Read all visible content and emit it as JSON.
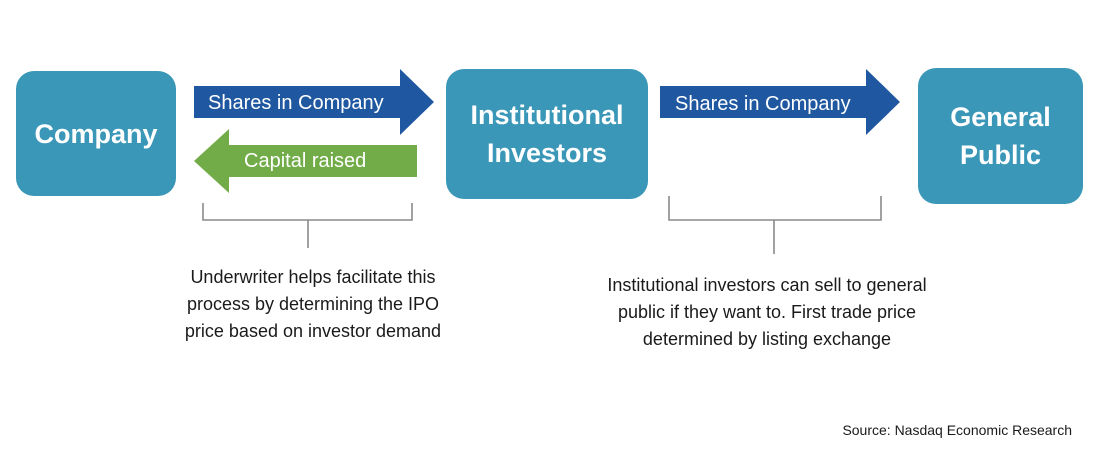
{
  "nodes": {
    "company": "Company",
    "institutional_investors": [
      "Institutional",
      "Investors"
    ],
    "general_public": [
      "General",
      "Public"
    ]
  },
  "arrows": {
    "shares_to_institutional": "Shares in Company",
    "capital_raised": "Capital raised",
    "shares_to_public": "Shares in Company"
  },
  "notes": {
    "underwriter": [
      "Underwriter helps facilitate this",
      "process by determining the IPO",
      "price based on investor demand"
    ],
    "institutional_sell": [
      "Institutional investors can sell to general",
      "public if they want to. First trade price",
      "determined by listing exchange"
    ]
  },
  "source": "Source: Nasdaq Economic Research",
  "colors": {
    "node": "#3a97b8",
    "arrow_forward": "#1f58a0",
    "arrow_back": "#72ac48",
    "brace": "#8a8a8a"
  }
}
